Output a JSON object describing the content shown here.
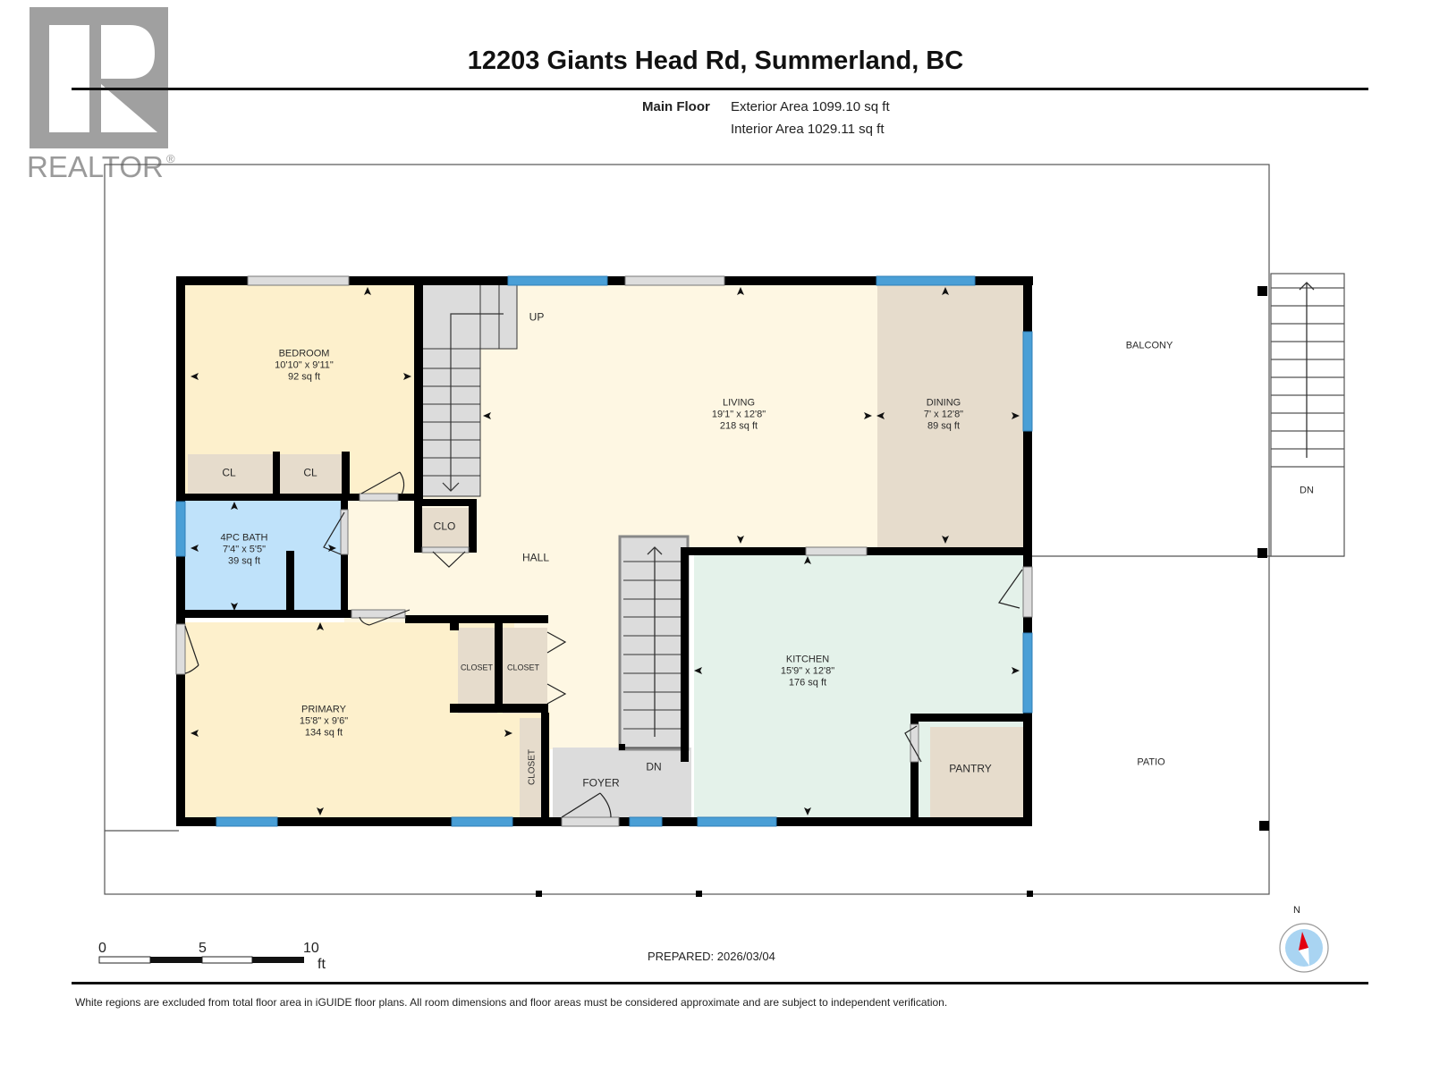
{
  "header": {
    "title": "12203 Giants Head Rd, Summerland, BC",
    "floor_name": "Main Floor",
    "exterior_area": "Exterior Area 1099.10 sq ft",
    "interior_area": "Interior Area 1029.11 sq ft"
  },
  "logo": {
    "text": "REALTOR",
    "registered": "®",
    "icon": "realtor-r-logo-icon"
  },
  "rooms": {
    "bedroom": {
      "name": "BEDROOM",
      "dims": "10'10\" x 9'11\"",
      "area": "92 sq ft"
    },
    "closet_cl_1": {
      "name": "CL"
    },
    "closet_cl_2": {
      "name": "CL"
    },
    "bath": {
      "name": "4PC BATH",
      "dims": "7'4\" x 5'5\"",
      "area": "39 sq ft"
    },
    "clo": {
      "name": "CLO"
    },
    "hall": {
      "name": "HALL"
    },
    "living": {
      "name": "LIVING",
      "dims": "19'1\" x 12'8\"",
      "area": "218 sq ft"
    },
    "dining": {
      "name": "DINING",
      "dims": "7' x 12'8\"",
      "area": "89 sq ft"
    },
    "kitchen": {
      "name": "KITCHEN",
      "dims": "15'9\" x 12'8\"",
      "area": "176 sq ft"
    },
    "pantry": {
      "name": "PANTRY"
    },
    "primary": {
      "name": "PRIMARY",
      "dims": "15'8\" x 9'6\"",
      "area": "134 sq ft"
    },
    "closet_a": {
      "name": "CLOSET"
    },
    "closet_b": {
      "name": "CLOSET"
    },
    "closet_c": {
      "name": "CLOSET"
    },
    "foyer": {
      "name": "FOYER"
    },
    "balcony": {
      "name": "BALCONY"
    },
    "patio": {
      "name": "PATIO"
    }
  },
  "stairs": {
    "interior_up": "UP",
    "interior_dn": "DN",
    "exterior_dn": "DN"
  },
  "scale": {
    "ticks": [
      "0",
      "5",
      "10"
    ],
    "unit": "ft"
  },
  "compass": {
    "north_label": "N"
  },
  "footer": {
    "prepared": "PREPARED: 2026/03/04",
    "disclaimer": "White regions are excluded from total floor area in iGUIDE floor plans. All room dimensions and floor areas must be considered approximate and are subject to independent verification."
  },
  "colors": {
    "wall": "#000000",
    "window": "#4a9fd6",
    "bedroom_fill": "#fdf0cc",
    "living_fill": "#fef7e3",
    "dining_fill": "#e6dccc",
    "kitchen_fill": "#e4f2ea",
    "bath_fill": "#bfe2fa",
    "closet_fill": "#e6dccc",
    "stair_fill": "#dcdcdc",
    "door_opening": "#dddddd",
    "compass_red": "#e3000f",
    "compass_blue": "#a9d4f2"
  }
}
